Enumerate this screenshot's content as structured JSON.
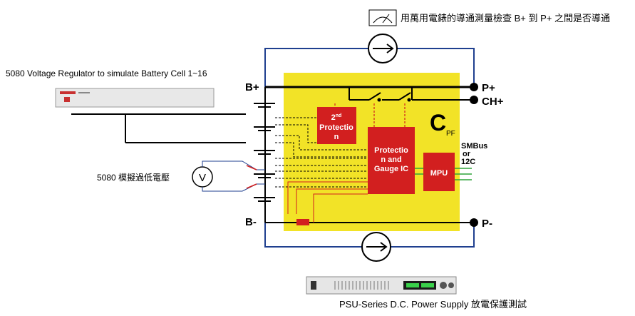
{
  "top_note": "用萬用電錶的導通測量檢查 B+ 到 P+ 之間是否導通",
  "regulator_label": "5080 Voltage Regulator to simulate Battery Cell 1~16",
  "undervoltage_label": "5080 模擬過低電壓",
  "psu_label": "PSU-Series D.C. Power Supply 放電保護測試",
  "terminals": {
    "b_plus": "B+",
    "b_minus": "B-",
    "p_plus": "P+",
    "ch_plus": "CH+",
    "p_minus": "P-"
  },
  "blocks": {
    "second_protection": {
      "sup": "nd",
      "lines": [
        "2",
        "Protectio",
        "n"
      ]
    },
    "protection_gauge": {
      "lines": [
        "Protectio",
        "n and",
        "Gauge IC"
      ]
    },
    "mpu": "MPU",
    "cpf": {
      "main": "C",
      "sub": "PF"
    },
    "smbus": [
      "SMBus",
      "or",
      "12C"
    ]
  },
  "meter_symbol": "V",
  "colors": {
    "board": "#f2e327",
    "chip": "#d21f1f",
    "wire_blue": "#1f3f8f",
    "wire_red": "#d21f1f",
    "wire_green": "#2ea33a"
  }
}
